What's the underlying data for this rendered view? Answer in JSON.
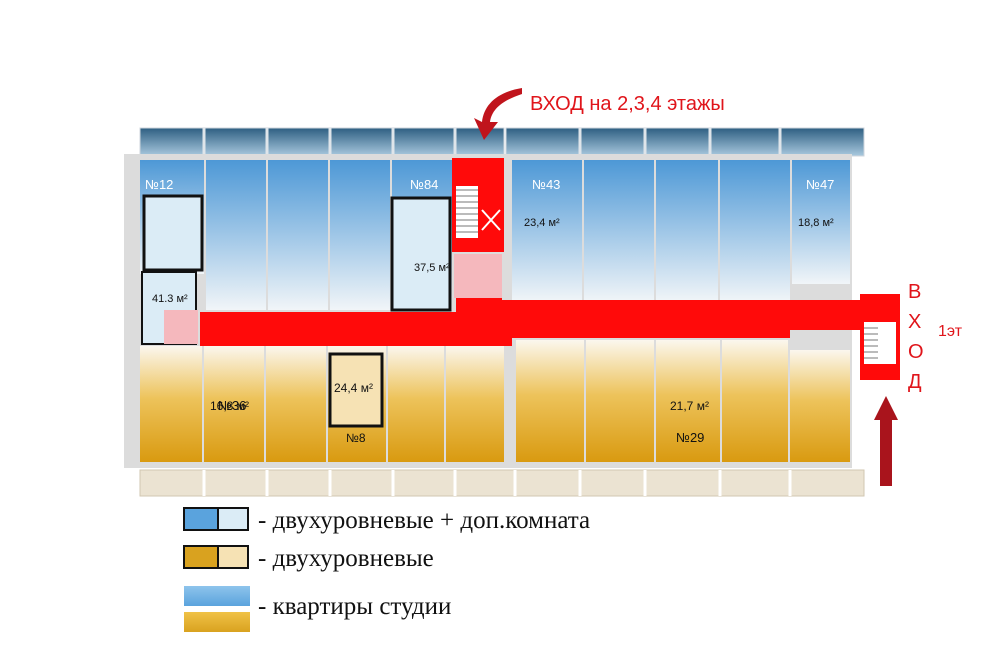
{
  "entrances": {
    "upper_floors": "ВХОД на 2,3,4 этажы",
    "ground_letters": [
      "В",
      "Х",
      "О",
      "Д"
    ],
    "ground_floor": "1эт"
  },
  "units": [
    {
      "number": "№12",
      "area": "41.3 м²"
    },
    {
      "number": "№84",
      "area": "37,5  м²"
    },
    {
      "number": "№43",
      "area": "23,4 м²"
    },
    {
      "number": "№47",
      "area": "18,8 м²"
    },
    {
      "number": "№36",
      "area": "16,8 м²"
    },
    {
      "number": "№8",
      "area": "24,4 м²"
    },
    {
      "number": "№29",
      "area": "21,7 м²"
    }
  ],
  "legend": [
    {
      "text": "- двухуровневые + доп.комната"
    },
    {
      "text": "- двухуровневые"
    },
    {
      "text": "- квартиры студии"
    }
  ],
  "colors": {
    "corridor": "#ff0a0a",
    "studio_blue": "#6fb3e6",
    "studio_yellow": "#e7b232",
    "duplex_light_blue": "#dbecf6",
    "duplex_light_yellow": "#f6e2b4",
    "arrow": "#c0141c",
    "balcony": "#3b6f93"
  }
}
